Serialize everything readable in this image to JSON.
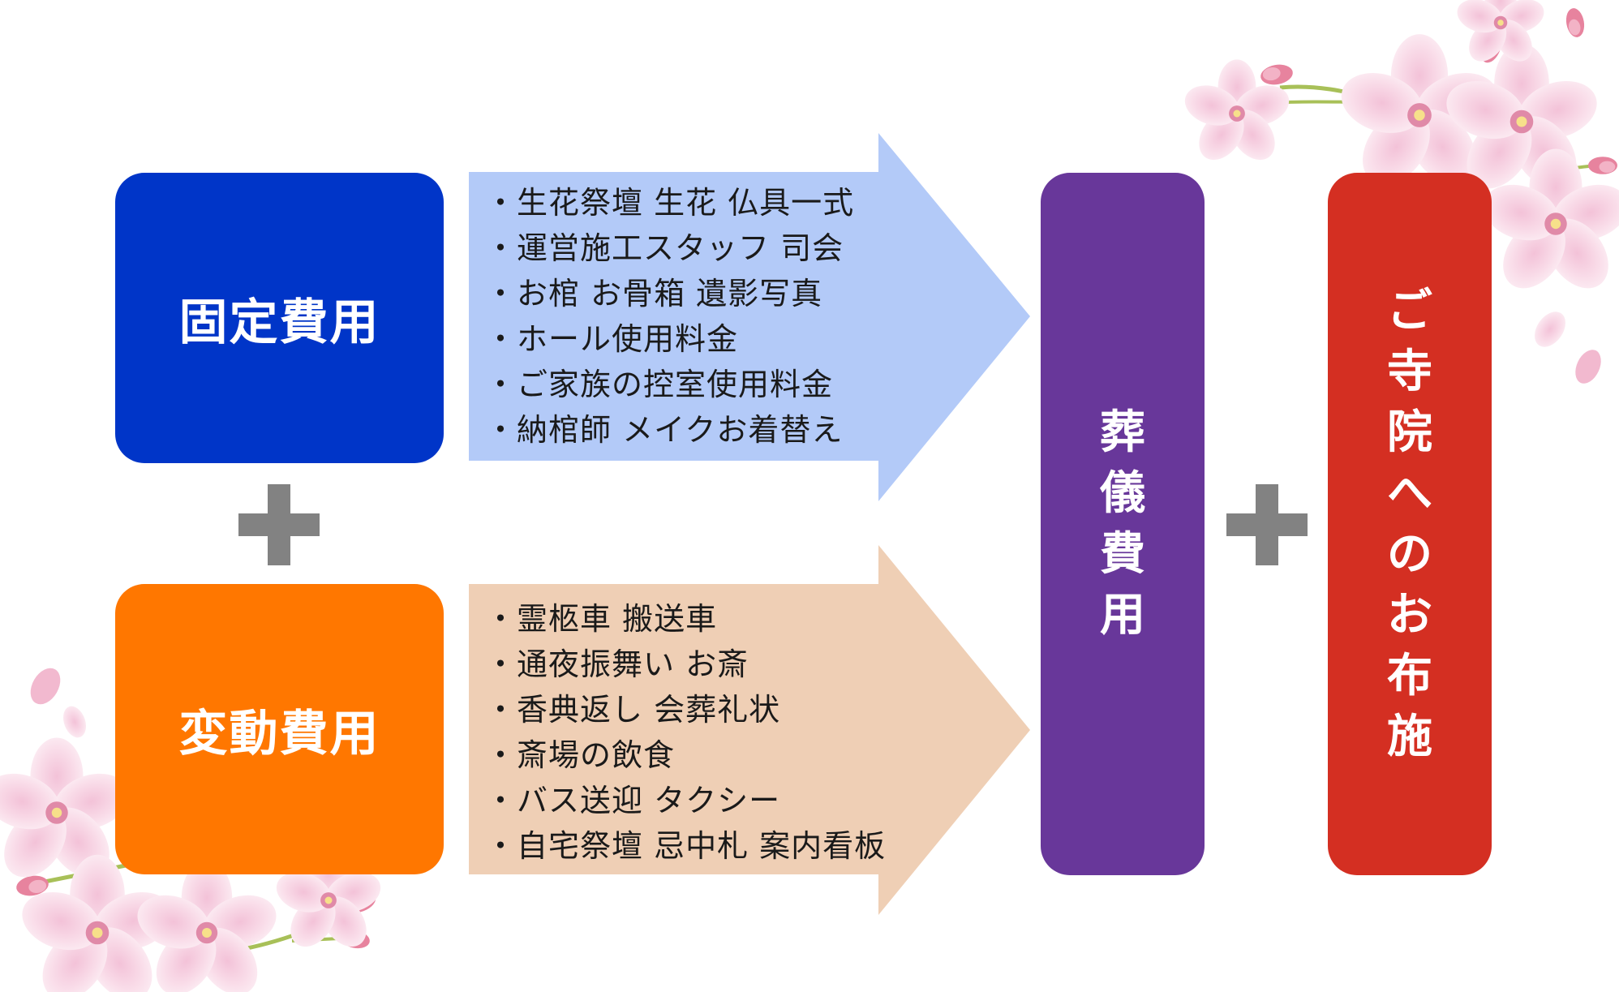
{
  "colors": {
    "fixed": "#0035c8",
    "variable": "#ff7700",
    "funeral": "#68379a",
    "temple": "#d42f22",
    "fixed_arrow": "#b3caf8",
    "variable_arrow": "#efcfb5",
    "plus": "#828282"
  },
  "fixed_cost": {
    "title": "固定費用",
    "items": [
      "・生花祭壇 生花 仏具一式",
      "・運営施工スタッフ 司会",
      "・お棺 お骨箱 遺影写真",
      "・ホール使用料金",
      "・ご家族の控室使用料金",
      "・納棺師 メイクお着替え"
    ]
  },
  "variable_cost": {
    "title": "変動費用",
    "items": [
      "・霊柩車 搬送車",
      "・通夜振舞い お斎",
      "・香典返し 会葬礼状",
      "・斎場の飲食",
      "・バス送迎 タクシー",
      "・自宅祭壇 忌中札 案内看板"
    ]
  },
  "funeral_cost": {
    "chars": [
      "葬",
      "儀",
      "費",
      "用"
    ]
  },
  "temple_offering": {
    "chars": [
      "ご",
      "寺",
      "院",
      "へ",
      "の",
      "お",
      "布",
      "施"
    ]
  },
  "icons": {
    "plus_between_costs": "plus-icon",
    "plus_before_temple": "plus-icon",
    "decoration": "cherry-blossom-icon"
  }
}
